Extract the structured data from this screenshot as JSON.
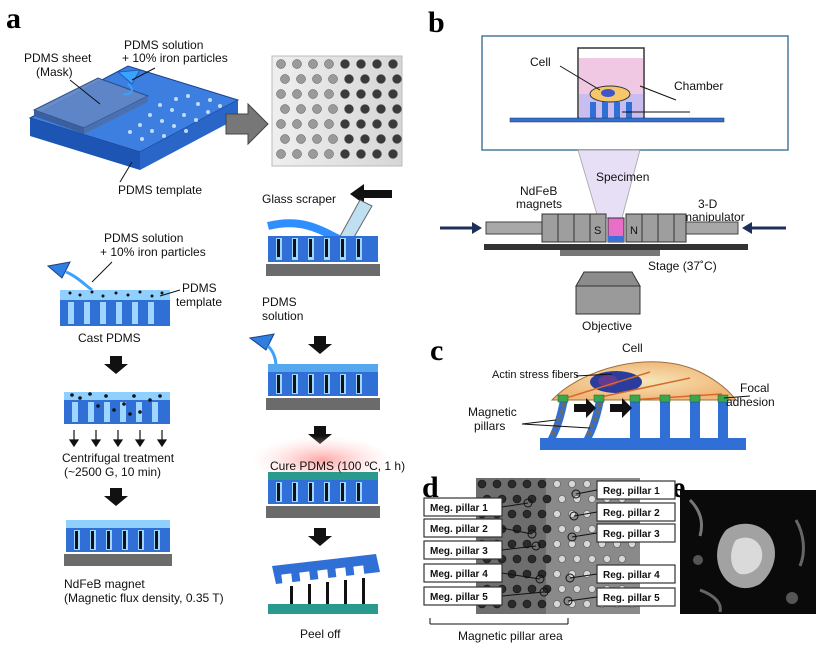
{
  "panels": {
    "a": "a",
    "b": "b",
    "c": "c",
    "d": "d",
    "e": "e"
  },
  "panel_a": {
    "pdms_sheet": "PDMS sheet",
    "mask": "(Mask)",
    "pdms_solution_top_1": "PDMS solution",
    "pdms_solution_top_2": "+ 10% iron particles",
    "pdms_template_top": "PDMS template",
    "pdms_solution_mid_1": "PDMS solution",
    "pdms_solution_mid_2": "+ 10% iron particles",
    "pdms_template_mid_1": "PDMS",
    "pdms_template_mid_2": "template",
    "cast_pdms": "Cast PDMS",
    "centrifugal_1": "Centrifugal treatment",
    "centrifugal_2": "(~2500 G, 10 min)",
    "ndfeb_magnet_1": "NdFeB magnet",
    "ndfeb_magnet_2": "(Magnetic flux density, 0.35 T)",
    "glass_scraper": "Glass scraper",
    "pdms_solution_right_1": "PDMS",
    "pdms_solution_right_2": "solution",
    "cure_pdms": "Cure PDMS (100 ºC, 1 h)",
    "peel_off": "Peel off"
  },
  "panel_b": {
    "cell": "Cell",
    "chamber": "Chamber",
    "specimen": "Specimen",
    "ndfeb_1": "NdFeB",
    "ndfeb_2": "magnets",
    "manip_1": "3-D",
    "manip_2": "manipulator",
    "s": "S",
    "n": "N",
    "stage": "Stage (37˚C)",
    "objective": "Objective"
  },
  "panel_c": {
    "cell": "Cell",
    "actin": "Actin stress fibers",
    "focal_1": "Focal",
    "focal_2": "adhesion",
    "magnetic_1": "Magnetic",
    "magnetic_2": "pillars"
  },
  "panel_d": {
    "meg": [
      "Meg. pillar 1",
      "Meg. pillar 2",
      "Meg. pillar 3",
      "Meg. pillar 4",
      "Meg. pillar 5"
    ],
    "reg": [
      "Reg. pillar 1",
      "Reg. pillar 2",
      "Reg. pillar 3",
      "Reg. pillar 4",
      "Reg. pillar 5"
    ],
    "area": "Magnetic pillar area"
  },
  "colors": {
    "pdms_blue": "#2f6fd6",
    "pdms_light": "#55a8ee",
    "chamber_fill": "#d9ccf2",
    "base_gray": "#6b6b6b",
    "cure_green": "#2b9a8e"
  }
}
